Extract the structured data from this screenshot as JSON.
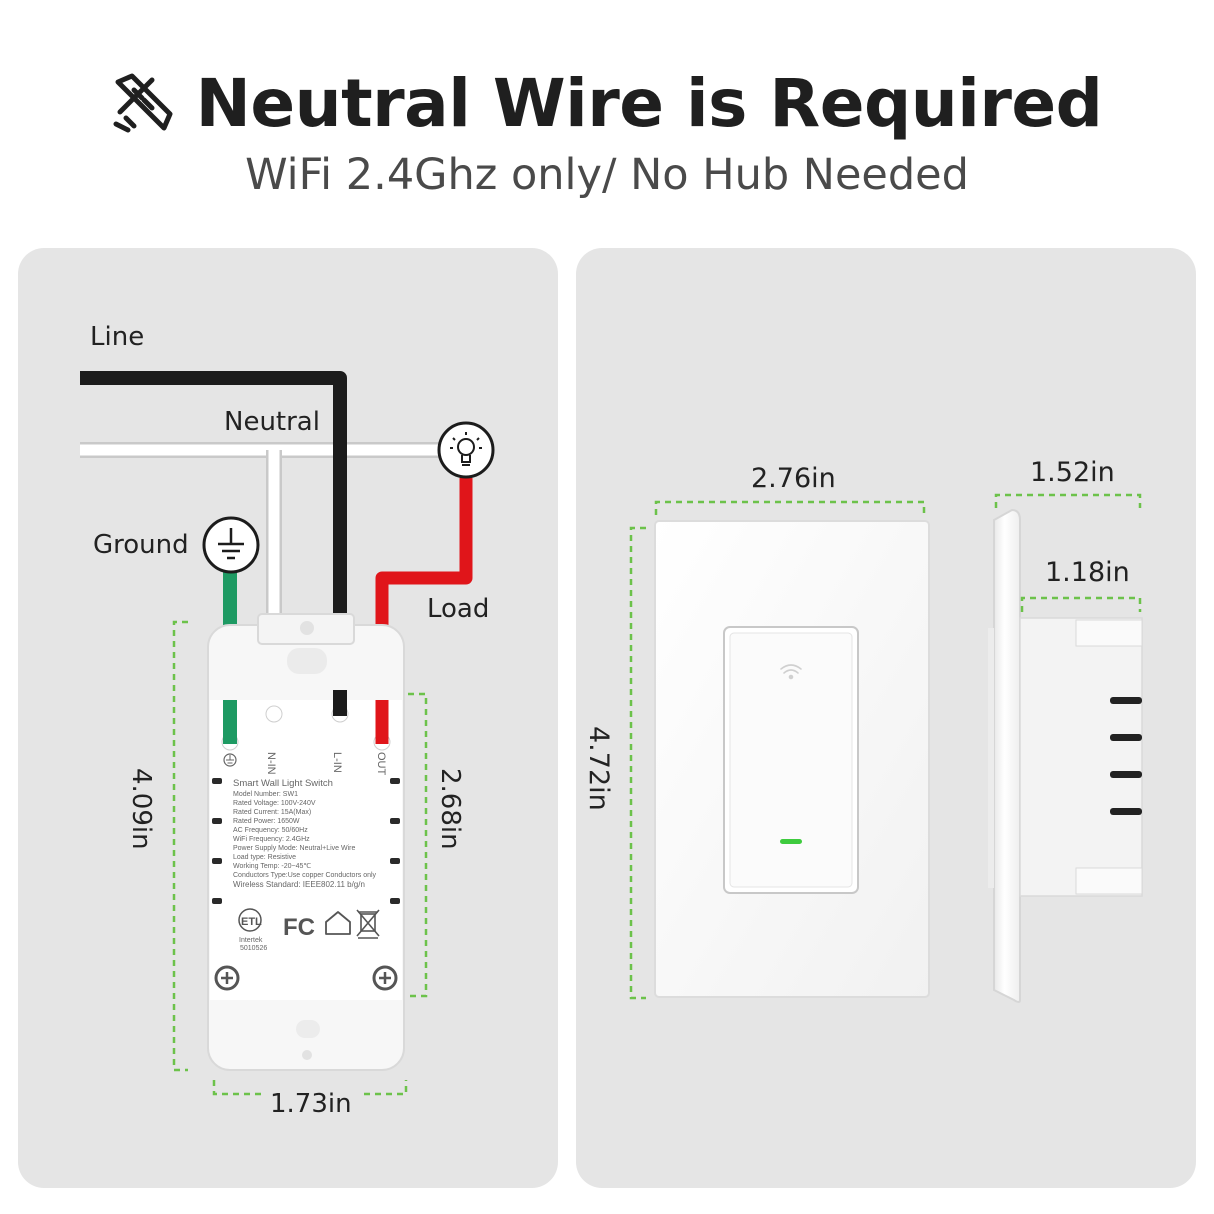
{
  "header": {
    "title": "Neutral Wire is Required",
    "subtitle": "WiFi 2.4Ghz only/ No Hub Needed"
  },
  "wiring": {
    "line_label": "Line",
    "neutral_label": "Neutral",
    "ground_label": "Ground",
    "load_label": "Load",
    "terminal_n": "N-IN",
    "terminal_l": "L-IN",
    "terminal_out": "OUT",
    "spec": [
      "Smart Wall Light Switch",
      "Model Number: SW1",
      "Rated Voltage: 100V-240V",
      "Rated Current: 15A(Max)",
      "Rated Power: 1650W",
      "AC Frequency: 50/60Hz",
      "WiFi Frequency: 2.4GHz",
      "Power Supply Mode: Neutral+Live Wire",
      "Load type: Resistive",
      "Working Temp: -20~45℃",
      "Conductors Type:Use copper Conductors only",
      "Wireless Standard: IEEE802.11 b/g/n"
    ],
    "cert_intertek": "Intertek",
    "cert_number": "5010526",
    "cert_fcc": "FC"
  },
  "dimensions": {
    "module_height": "4.09in",
    "module_inner_height": "2.68in",
    "module_width": "1.73in",
    "plate_width": "2.76in",
    "plate_height": "4.72in",
    "side_depth_total": "1.52in",
    "side_depth_body": "1.18in"
  },
  "colors": {
    "line_wire": "#1c1c1c",
    "neutral_wire": "#ffffff",
    "ground_wire": "#1e9a63",
    "load_wire": "#e0151a",
    "dimension_line": "#6cc24a",
    "indicator_led": "#3ecb3e",
    "panel_bg": "#e5e5e5"
  },
  "icons": [
    "wire-cutter-icon",
    "ground-symbol-icon",
    "light-bulb-icon",
    "wifi-icon",
    "etl-mark-icon",
    "fcc-mark-icon",
    "house-icon",
    "weee-bin-icon"
  ]
}
